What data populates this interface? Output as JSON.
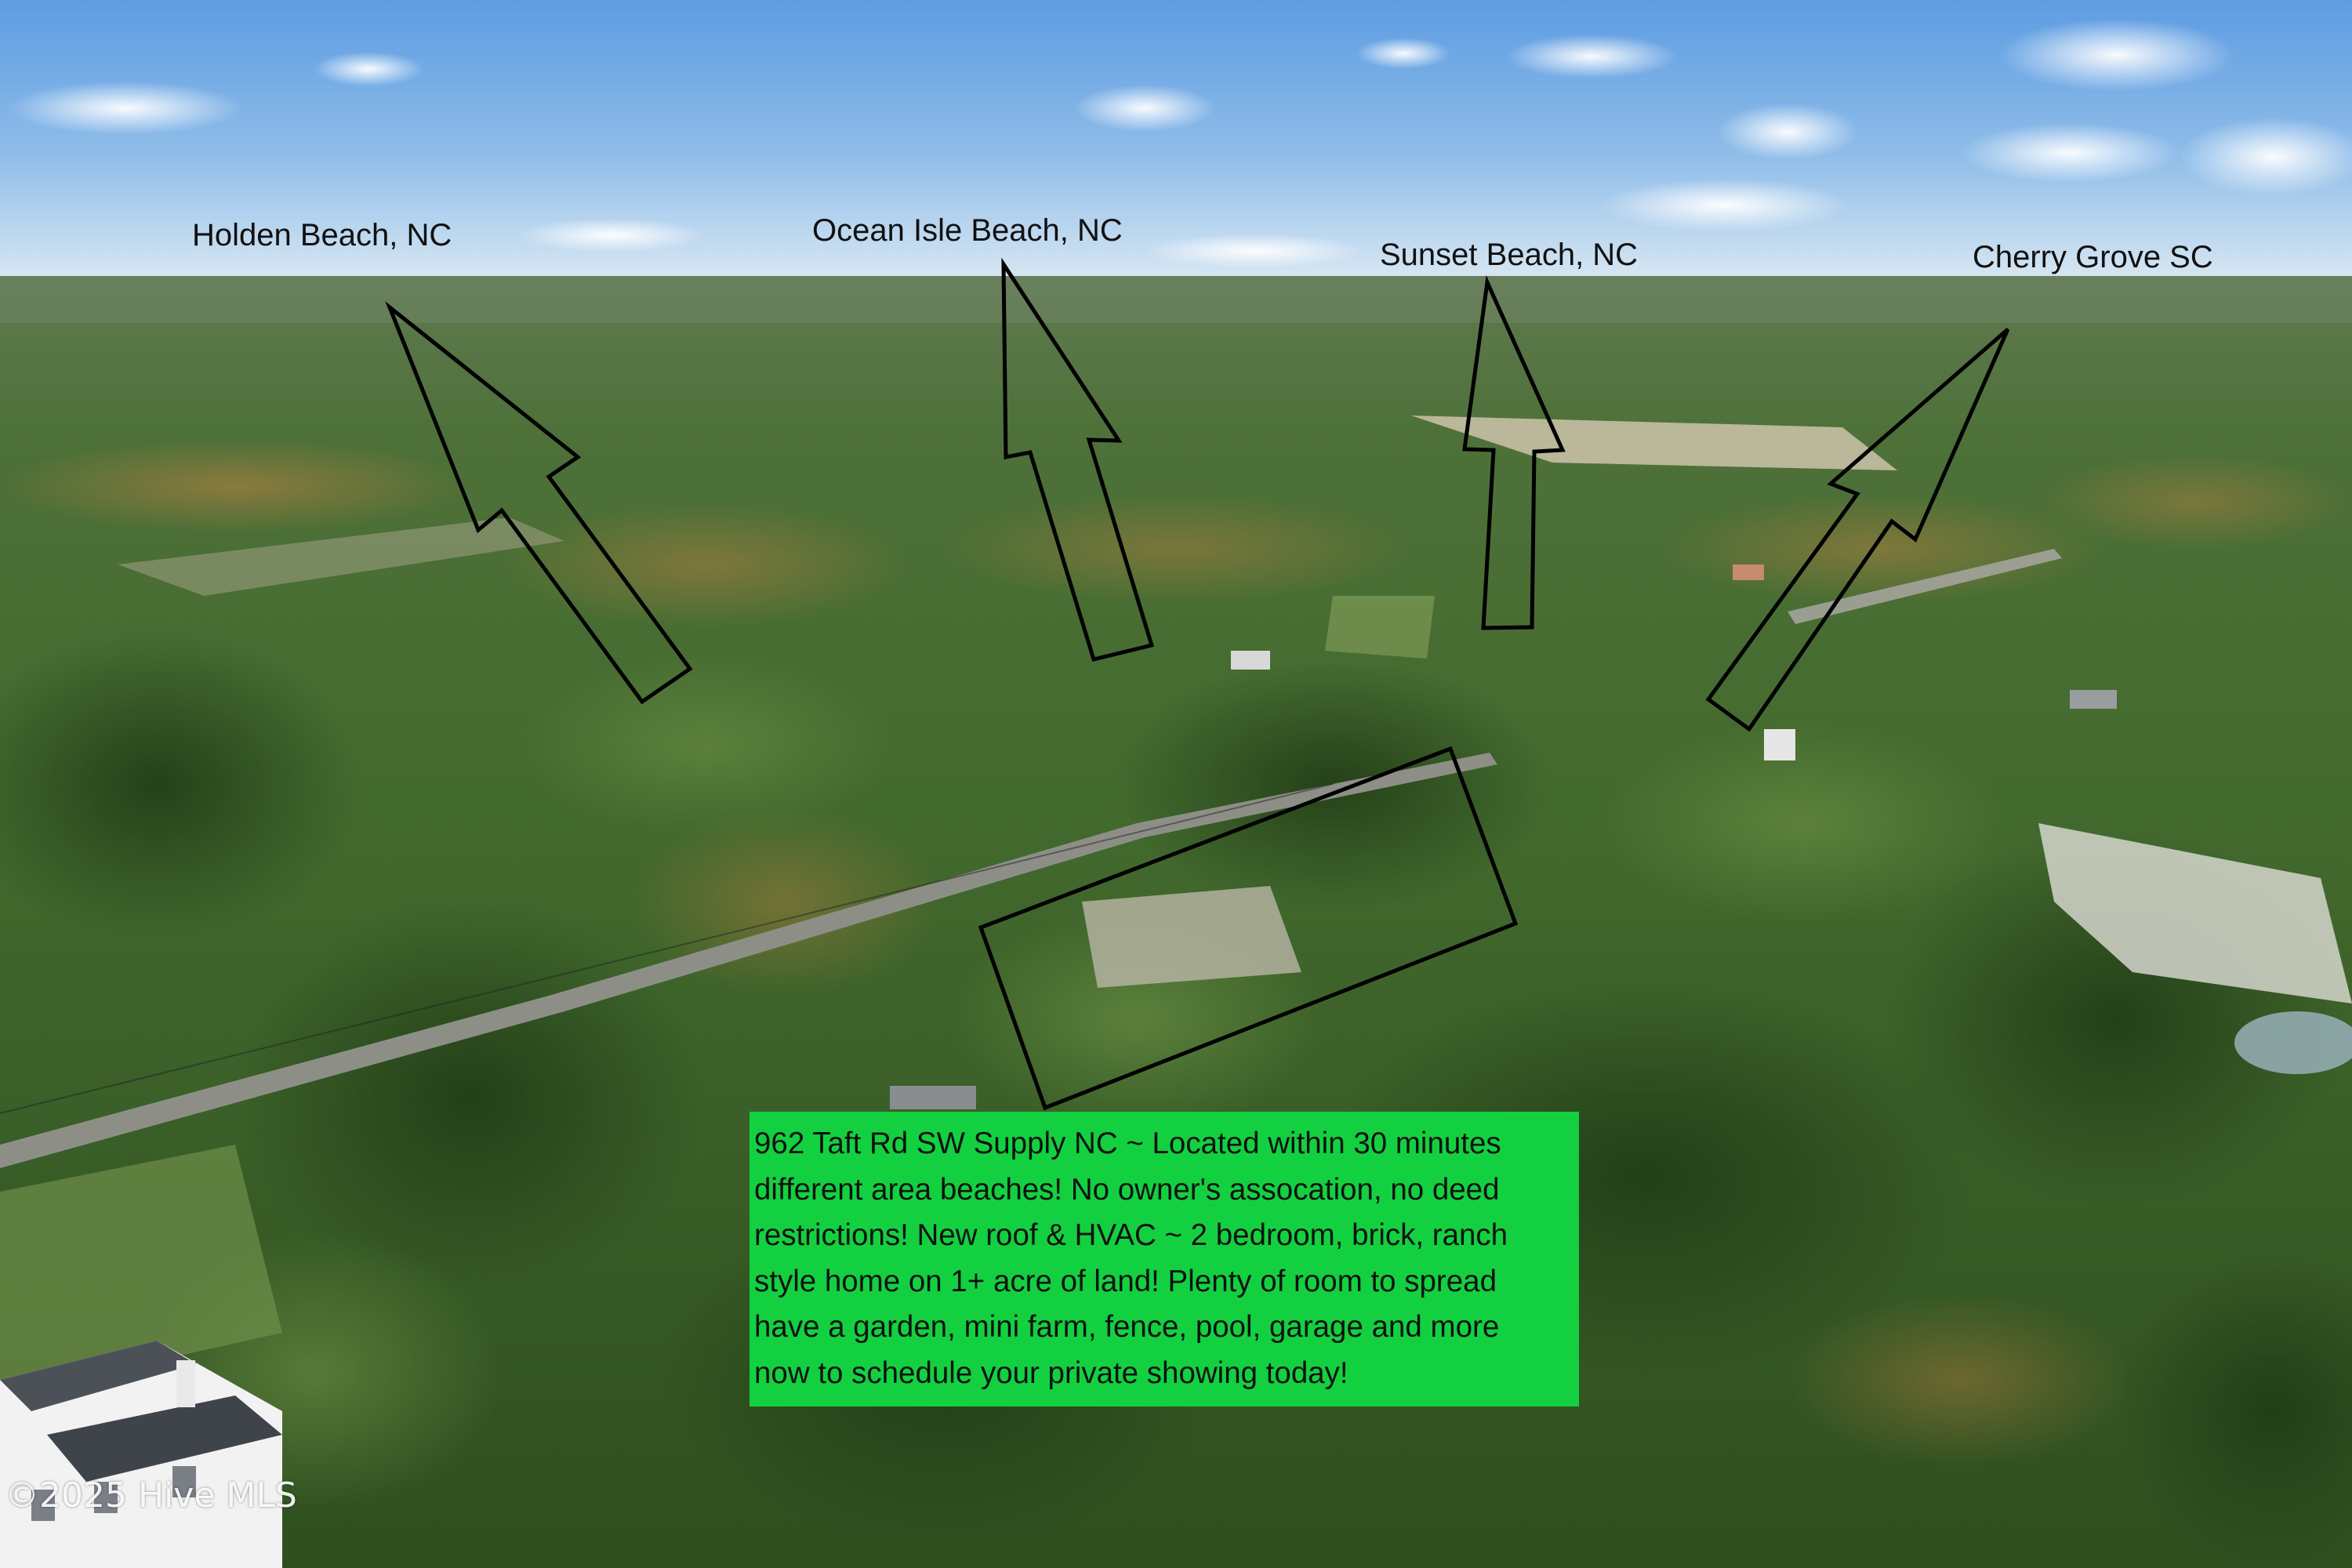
{
  "photo": {
    "description_icon": "aerial-landscape-icon",
    "colors": {
      "sky_top": "#5f9fe4",
      "sky_horizon": "#d8e8f4",
      "forest_far": "#4a6a3c",
      "forest_mid": "#4f7a36",
      "forest_near": "#3a5c26",
      "autumn": "#b87a3a",
      "road": "#8e8f87",
      "field": "#c9c2a9",
      "sand": "#d7d7cc"
    }
  },
  "labels": {
    "holden": "Holden Beach, NC",
    "ocean_isle": "Ocean Isle Beach, NC",
    "sunset": "Sunset Beach, NC",
    "cherry_grove": "Cherry Grove SC"
  },
  "info_box": {
    "background": "#13d040",
    "lines": [
      "962 Taft Rd SW Supply NC ~ Located within 30 minutes",
      "different area beaches! No owner's assocation, no deed",
      "restrictions!  New roof & HVAC ~ 2 bedroom, brick, ranch",
      "style home on 1+ acre of land! Plenty of room to spread",
      "have a garden, mini farm, fence, pool, garage and more",
      "now to schedule your private showing today!"
    ]
  },
  "watermark": "©2025 Hive MLS"
}
